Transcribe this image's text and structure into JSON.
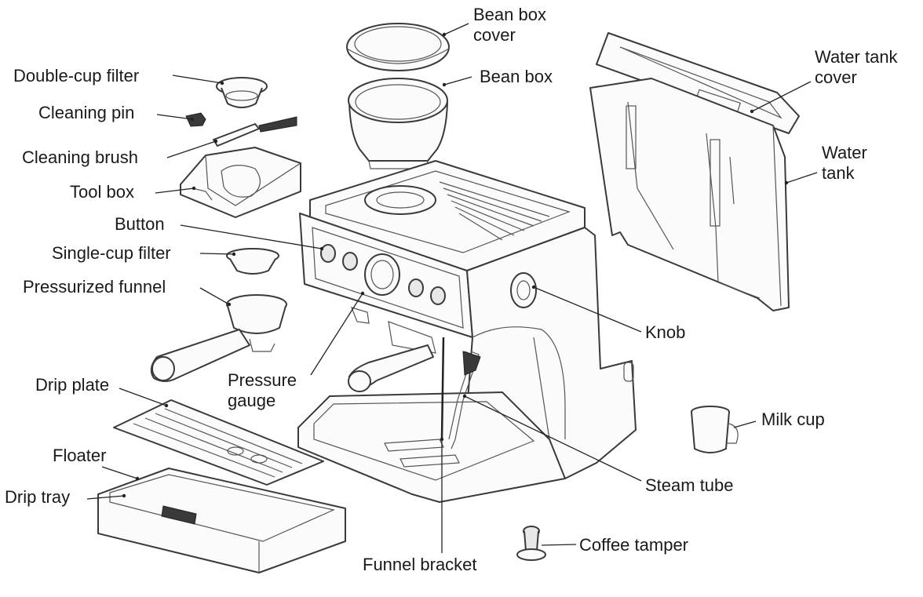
{
  "labels": {
    "bean_box_cover": "Bean box\ncover",
    "bean_box": "Bean box",
    "water_tank_cover": "Water tank\ncover",
    "water_tank": "Water\ntank",
    "double_cup_filter": "Double-cup filter",
    "cleaning_pin": "Cleaning pin",
    "cleaning_brush": "Cleaning brush",
    "tool_box": "Tool box",
    "button": "Button",
    "single_cup_filter": "Single-cup filter",
    "pressurized_funnel": "Pressurized funnel",
    "knob": "Knob",
    "pressure_gauge": "Pressure\ngauge",
    "drip_plate": "Drip plate",
    "milk_cup": "Milk cup",
    "floater": "Floater",
    "drip_tray": "Drip tray",
    "steam_tube": "Steam tube",
    "coffee_tamper": "Coffee tamper",
    "funnel_bracket": "Funnel bracket"
  },
  "colors": {
    "line": "#222222",
    "part_stroke": "#3a3a3a",
    "part_fill": "#fbfbfb",
    "background": "#ffffff"
  }
}
